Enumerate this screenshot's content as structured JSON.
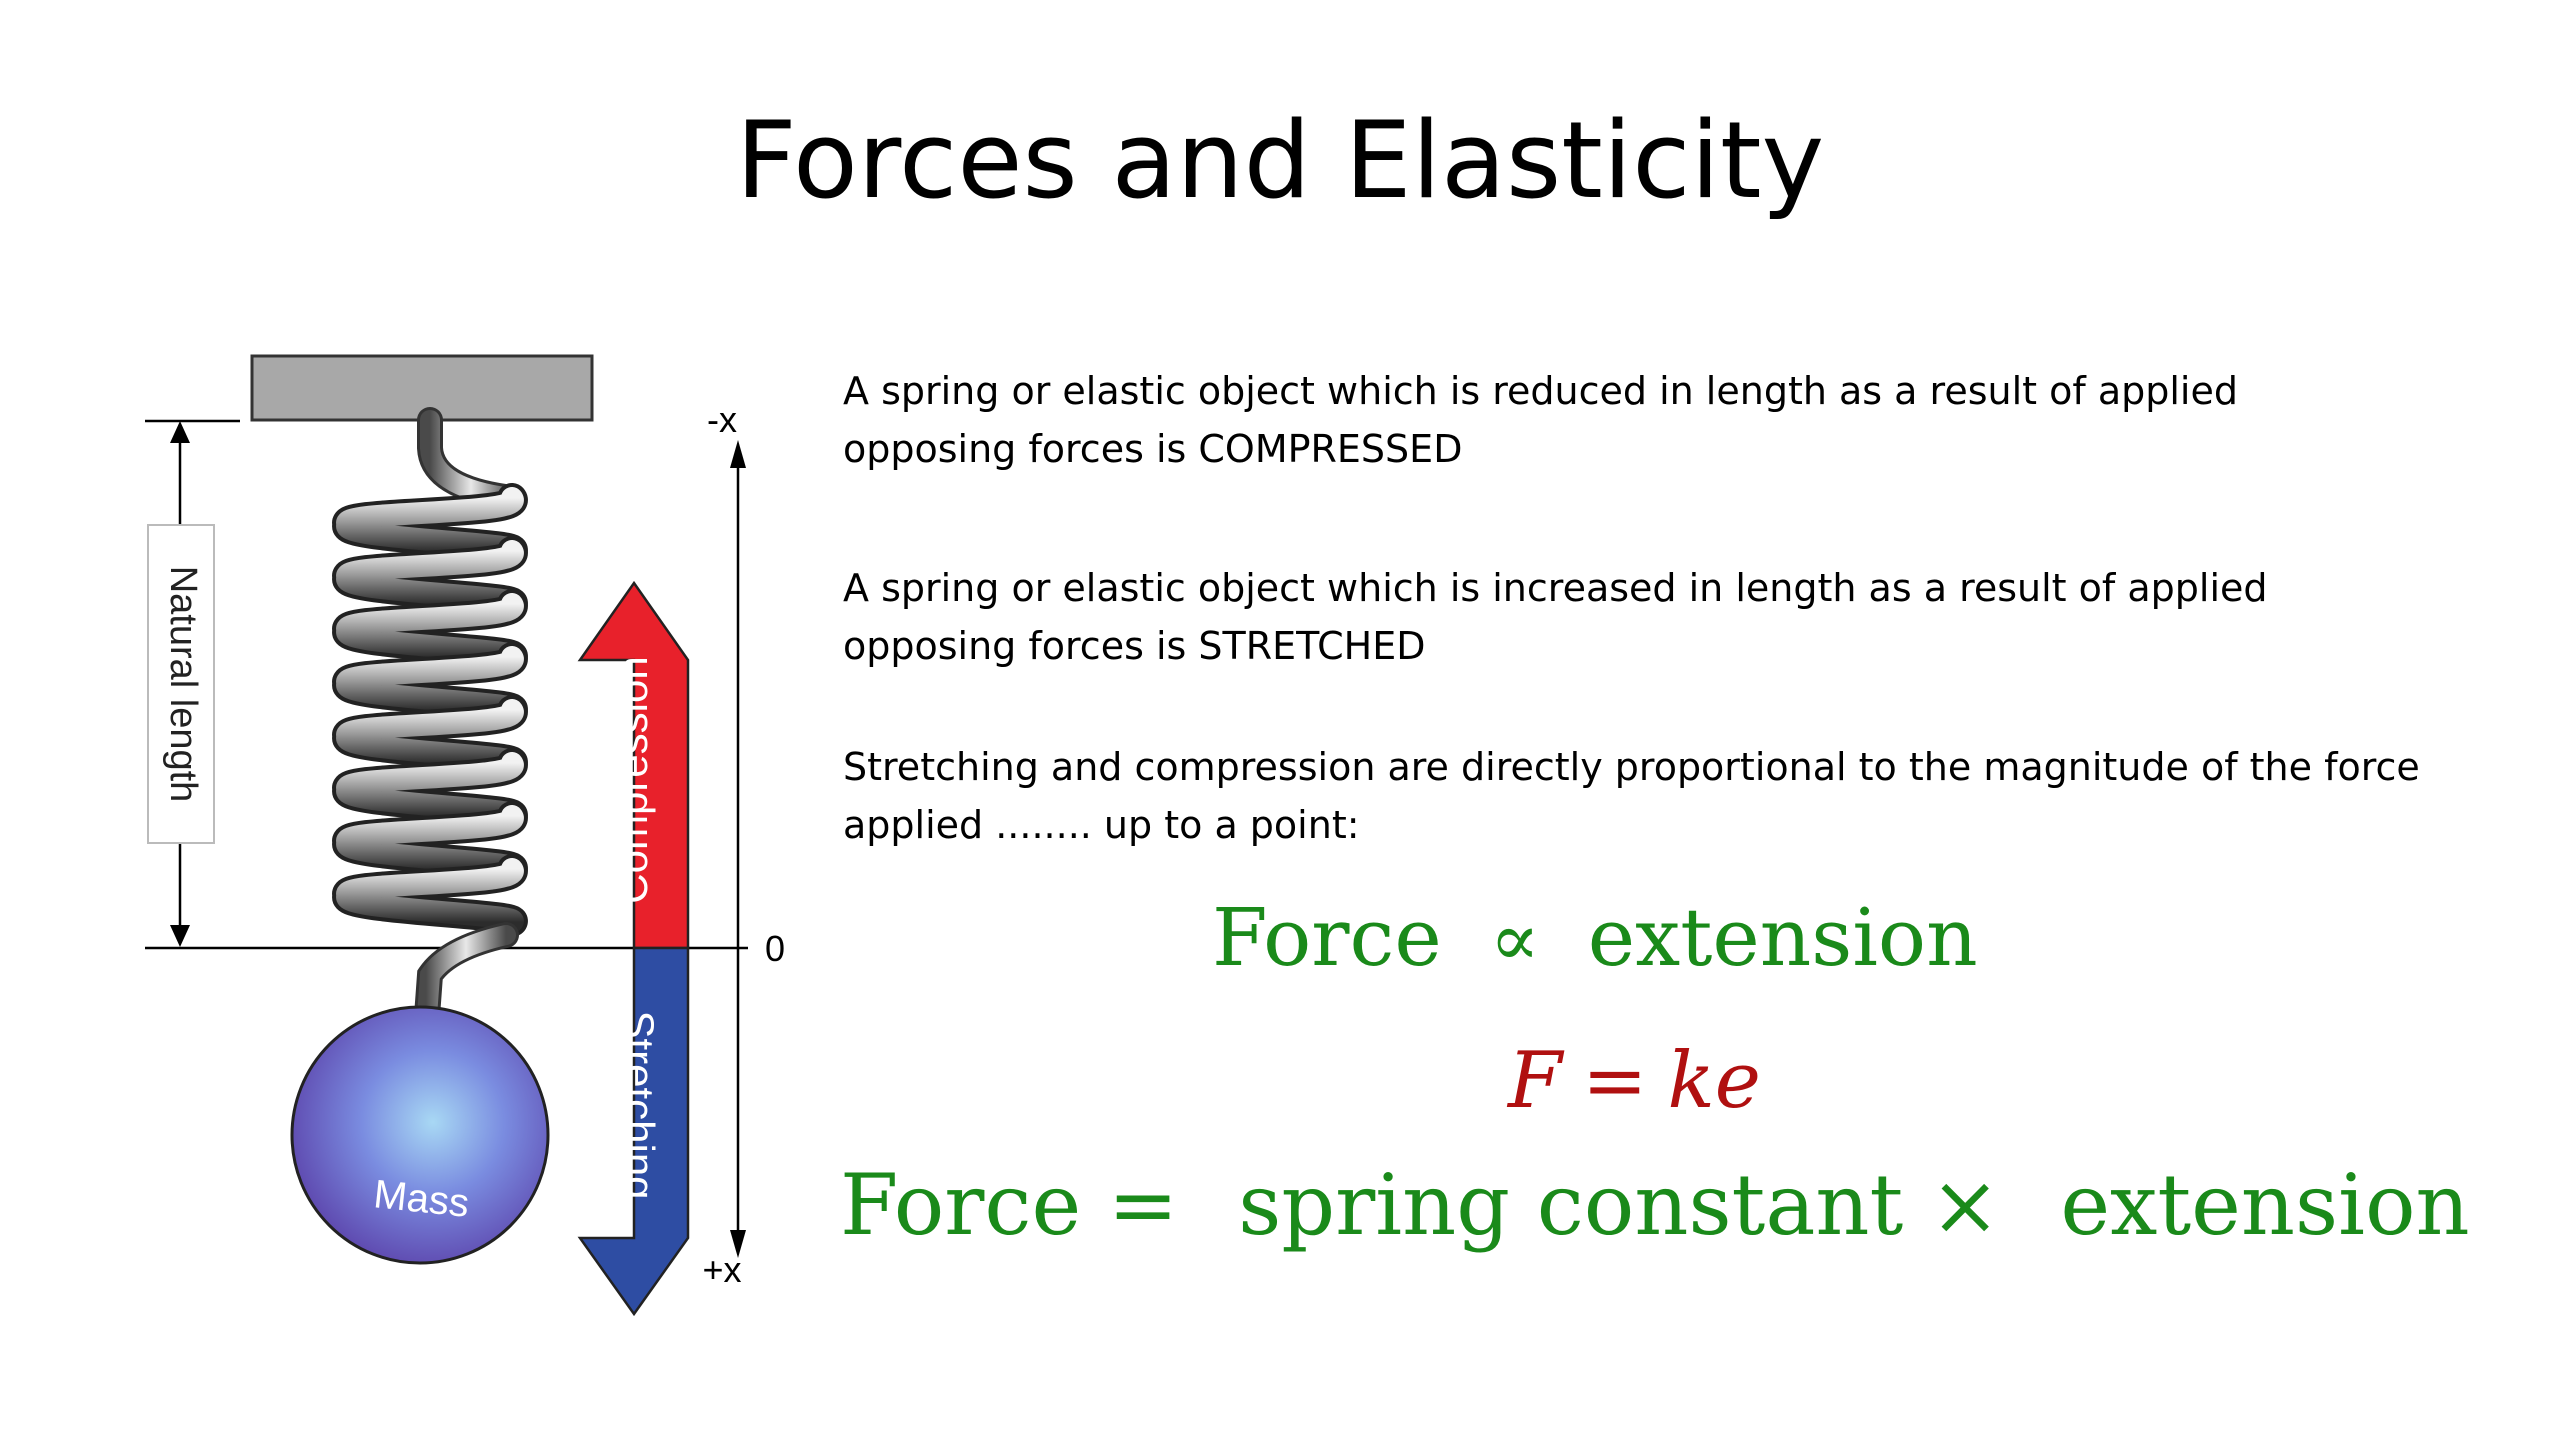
{
  "slide": {
    "title": "Forces and Elasticity",
    "paragraphs": [
      "A spring or elastic object which is reduced in length as a result of applied opposing forces is COMPRESSED",
      "A spring or elastic object which is increased in length as a result of applied opposing forces is STRETCHED",
      "Stretching and compression are directly proportional to the magnitude of the force applied ........ up to a point:"
    ],
    "formula1": {
      "left": "Force",
      "symbol": "∝",
      "right": "extension"
    },
    "formula2": {
      "left": "F",
      "eq": "=",
      "right": "ke"
    },
    "formula3": {
      "left": "Force =",
      "middle": "spring constant ×",
      "right": "extension"
    }
  },
  "diagram": {
    "natural_length_label": "Natural length",
    "axis_top_label": "-x",
    "axis_zero_label": "0",
    "axis_bottom_label": "+x",
    "compression_label": "Compression",
    "stretching_label": "Stretching",
    "mass_label": "Mass",
    "colors": {
      "compression": "#e8212b",
      "stretching": "#2e4da3",
      "formula_green": "#1a8a1a",
      "formula_red": "#b01010",
      "ceiling": "#a8a8a8",
      "mass": "#6a6ad8"
    }
  }
}
